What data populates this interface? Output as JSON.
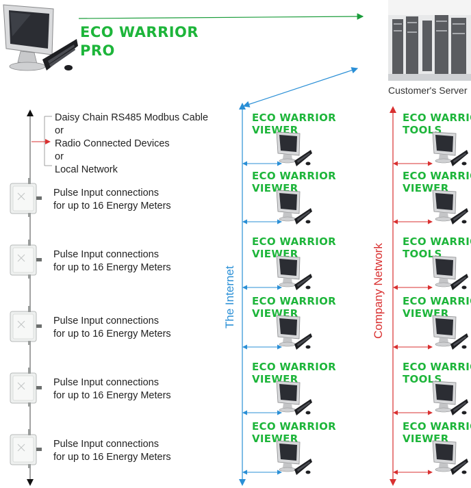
{
  "colors": {
    "brand_green": "#1db53a",
    "internet_blue": "#2a8fd6",
    "company_red": "#d93030",
    "line_green": "#1a9c3a"
  },
  "pro": {
    "line1": "ECO WARRIOR",
    "line2": "PRO"
  },
  "server": {
    "caption": "Customer's Server"
  },
  "daisy": {
    "lines": [
      "Daisy Chain RS485 Modbus Cable",
      "or",
      "Radio Connected Devices",
      "or",
      "Local Network"
    ]
  },
  "pulse_units": [
    {
      "line1": "Pulse Input connections",
      "line2": "for up to 16 Energy Meters"
    },
    {
      "line1": "Pulse Input connections",
      "line2": "for up to 16 Energy Meters"
    },
    {
      "line1": "Pulse Input connections",
      "line2": "for up to 16 Energy Meters"
    },
    {
      "line1": "Pulse Input connections",
      "line2": "for up to 16 Energy Meters"
    },
    {
      "line1": "Pulse Input connections",
      "line2": "for up to 16 Energy Meters"
    }
  ],
  "internet": {
    "label": "The Internet",
    "clients": [
      {
        "line1": "ECO WARRIOR",
        "line2": "VIEWER"
      },
      {
        "line1": "ECO WARRIOR",
        "line2": "VIEWER"
      },
      {
        "line1": "ECO WARRIOR",
        "line2": "VIEWER"
      },
      {
        "line1": "ECO WARRIOR",
        "line2": "VIEWER"
      },
      {
        "line1": "ECO WARRIOR",
        "line2": "VIEWER"
      },
      {
        "line1": "ECO WARRIOR",
        "line2": "VIEWER"
      }
    ]
  },
  "company": {
    "label": "Company Network",
    "clients": [
      {
        "line1": "ECO WARRIOR",
        "line2": "TOOLS"
      },
      {
        "line1": "ECO WARRIOR",
        "line2": "VIEWER"
      },
      {
        "line1": "ECO WARRIOR",
        "line2": "TOOLS"
      },
      {
        "line1": "ECO WARRIOR",
        "line2": "VIEWER"
      },
      {
        "line1": "ECO WARRIOR",
        "line2": "TOOLS"
      },
      {
        "line1": "ECO WARRIOR",
        "line2": "VIEWER"
      }
    ]
  }
}
